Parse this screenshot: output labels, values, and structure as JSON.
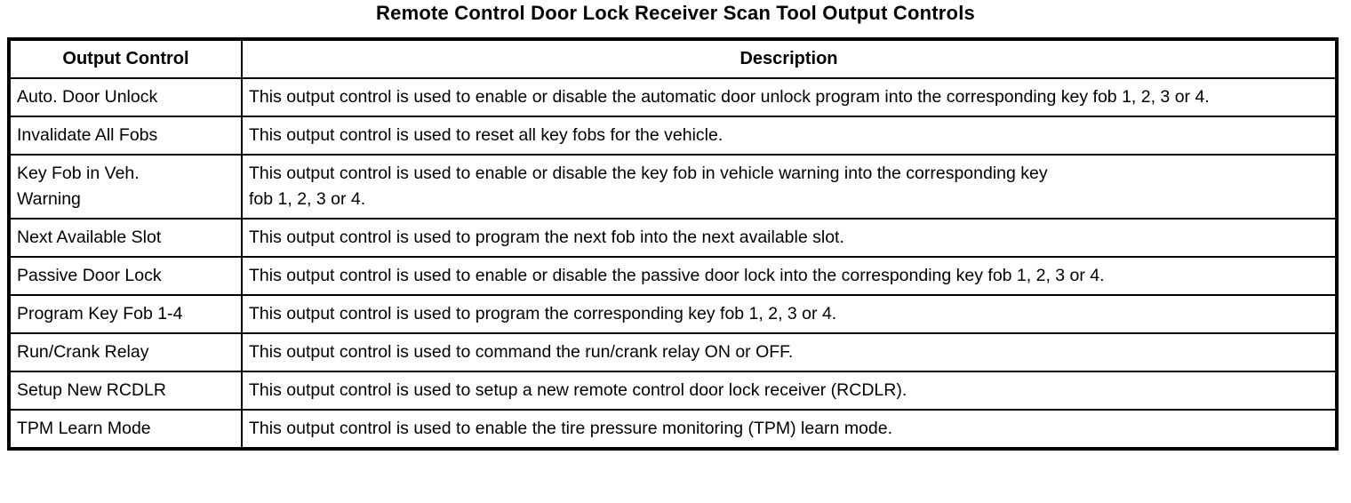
{
  "title": "Remote Control Door Lock Receiver Scan Tool Output Controls",
  "table": {
    "columns": [
      "Output Control",
      "Description"
    ],
    "rows": [
      {
        "control": "Auto. Door Unlock",
        "description": "This output control is used to enable or disable the automatic door unlock program into the corresponding key fob 1, 2, 3 or 4."
      },
      {
        "control": "Invalidate All Fobs",
        "description": "This output control is used to reset all key fobs for the vehicle."
      },
      {
        "control": "Key Fob in Veh.\nWarning",
        "description": "This output control is used to enable or disable the key fob in vehicle warning into the corresponding key\nfob 1, 2, 3 or 4."
      },
      {
        "control": "Next Available Slot",
        "description": "This output control is used to program the next fob into the next available slot."
      },
      {
        "control": "Passive Door Lock",
        "description": "This output control is used to enable or disable the passive door lock into the corresponding key fob 1, 2, 3 or 4."
      },
      {
        "control": "Program Key Fob 1-4",
        "description": "This output control is used to program the corresponding key fob 1, 2, 3 or 4."
      },
      {
        "control": "Run/Crank Relay",
        "description": "This output control is used to command the run/crank relay ON or OFF."
      },
      {
        "control": "Setup New RCDLR",
        "description": "This output control is used to setup a new remote control door lock receiver (RCDLR)."
      },
      {
        "control": "TPM Learn Mode",
        "description": "This output control is used to enable the tire pressure monitoring (TPM) learn mode."
      }
    ]
  },
  "colors": {
    "text": "#000000",
    "border": "#000000",
    "background": "#ffffff"
  }
}
